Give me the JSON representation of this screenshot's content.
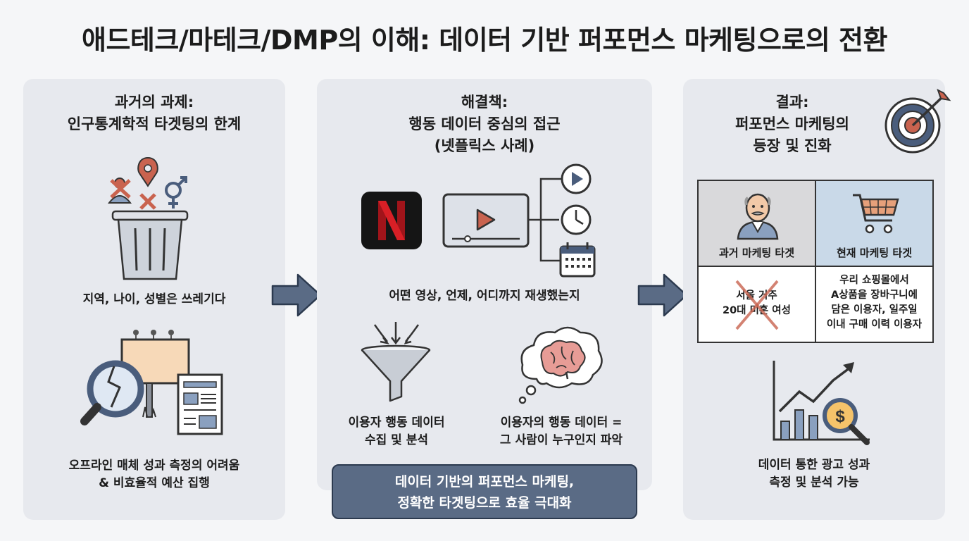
{
  "title": "애드테크/마테크/DMP의 이해: 데이터 기반 퍼포먼스 마케팅으로의 전환",
  "panel_past": {
    "heading_line1": "과거의 과제:",
    "heading_line2": "인구통계학적 타겟팅의 한계",
    "trash_caption": "지역, 나이, 성별은 쓰레기다",
    "offline_caption_line1": "오프라인 매체 성과 측정의 어려움",
    "offline_caption_line2": "& 비효율적 예산 집행"
  },
  "panel_solution": {
    "heading_line1": "해결책:",
    "heading_line2": "행동 데이터 중심의 접근",
    "heading_line3": "(넷플릭스 사례)",
    "netflix_logo_letter": "N",
    "viewing_caption": "어떤 영상, 언제, 어디까지 재생했는지",
    "funnel_caption_line1": "이용자 행동 데이터",
    "funnel_caption_line2": "수집 및 분석",
    "brain_caption_line1": "이용자의 행동 데이터 =",
    "brain_caption_line2": "그 사람이 누구인지 파악"
  },
  "banner": {
    "line1": "데이터 기반의 퍼포먼스 마케팅,",
    "line2": "정확한 타겟팅으로 효율 극대화"
  },
  "panel_result": {
    "heading_line1": "결과:",
    "heading_line2": "퍼포먼스 마케팅의",
    "heading_line3": "등장 및 진화",
    "grid": {
      "past_target_label": "과거 마케팅 타겟",
      "current_target_label": "현재 마케팅 타겟",
      "past_target_line1": "서울 거주",
      "past_target_line2": "20대 미혼 여성",
      "current_target_line1": "우리 쇼핑몰에서",
      "current_target_line2": "A상품을 장바구니에",
      "current_target_line3": "담은 이용자, 일주일",
      "current_target_line4": "이내 구매 이력 이용자"
    },
    "growth_caption_line1": "데이터 통한 광고 성과",
    "growth_caption_line2": "측정 및 분석 가능",
    "dollar_symbol": "$"
  },
  "colors": {
    "panel_bg": "#e7e9ee",
    "arrow": "#5a6b85",
    "accent_red": "#c9634f",
    "banner_bg": "#5a6b85",
    "netflix_red": "#d81f26"
  }
}
